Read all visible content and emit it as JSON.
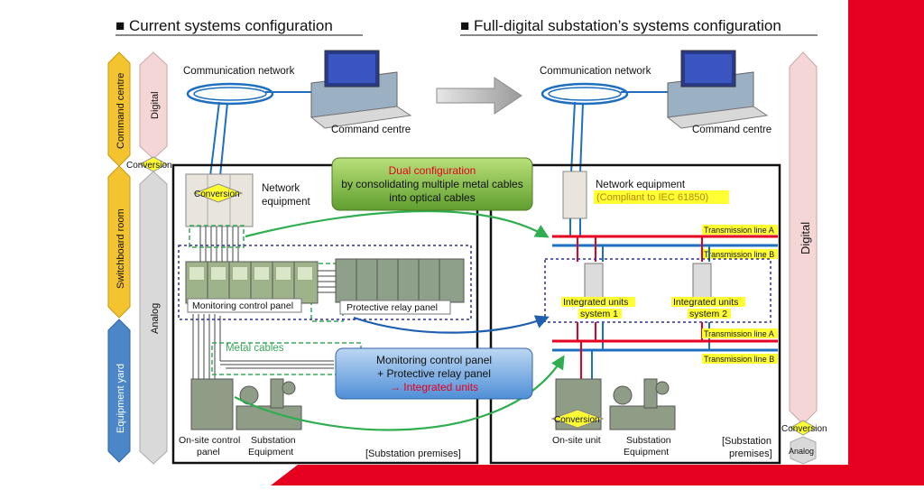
{
  "headings": {
    "left": "■ Current systems configuration",
    "right": "■ Full-digital substation’s systems configuration"
  },
  "zones": {
    "command_centre": "Command centre",
    "switchboard_room": "Switchboard room",
    "equipment_yard": "Equipment yard"
  },
  "levels": {
    "digital": "Digital",
    "analog": "Analog",
    "conversion": "Conversion"
  },
  "left": {
    "communication_network": "Communication network",
    "command_centre": "Command centre",
    "network_equipment": [
      "Network",
      "equipment"
    ],
    "conversion": "Conversion",
    "monitoring_control_panel": "Monitoring control panel",
    "protective_relay_panel": "Protective relay panel",
    "metal_cables": "Metal cables",
    "onsite_control_panel": [
      "On-site control",
      "panel"
    ],
    "substation_equipment": [
      "Substation",
      "Equipment"
    ],
    "premises": "[Substation premises]"
  },
  "right": {
    "communication_network": "Communication network",
    "command_centre": "Command centre",
    "network_equipment": "Network equipment",
    "compliant": "(Compliant to IEC 61850)",
    "transmission_line_a": "Transmission line A",
    "transmission_line_b": "Transmission line B",
    "integrated_units_1": [
      "Integrated units",
      "system 1"
    ],
    "integrated_units_2": [
      "Integrated units",
      "system 2"
    ],
    "conversion": "Conversion",
    "onsite_unit": "On-site unit",
    "substation_equipment": [
      "Substation",
      "Equipment"
    ],
    "premises": [
      "[Substation",
      "premises]"
    ],
    "digital": "Digital",
    "conversion_bottom": "Conversion",
    "analog": "Analog"
  },
  "callouts": {
    "dual": {
      "title": "Dual configuration",
      "lines": [
        "by consolidating multiple metal cables",
        "into optical cables"
      ]
    },
    "integrated": {
      "lines": [
        "Monitoring control panel",
        "+ Protective relay panel"
      ],
      "result": "→  Integrated units"
    }
  },
  "colors": {
    "accent_red": "#e6001f",
    "blue_line": "#1f6fc0",
    "green_cable": "#3aa85a",
    "yellow": "#ffff33",
    "command_zone": "#f4c430",
    "equipment_zone": "#4a86c8"
  }
}
